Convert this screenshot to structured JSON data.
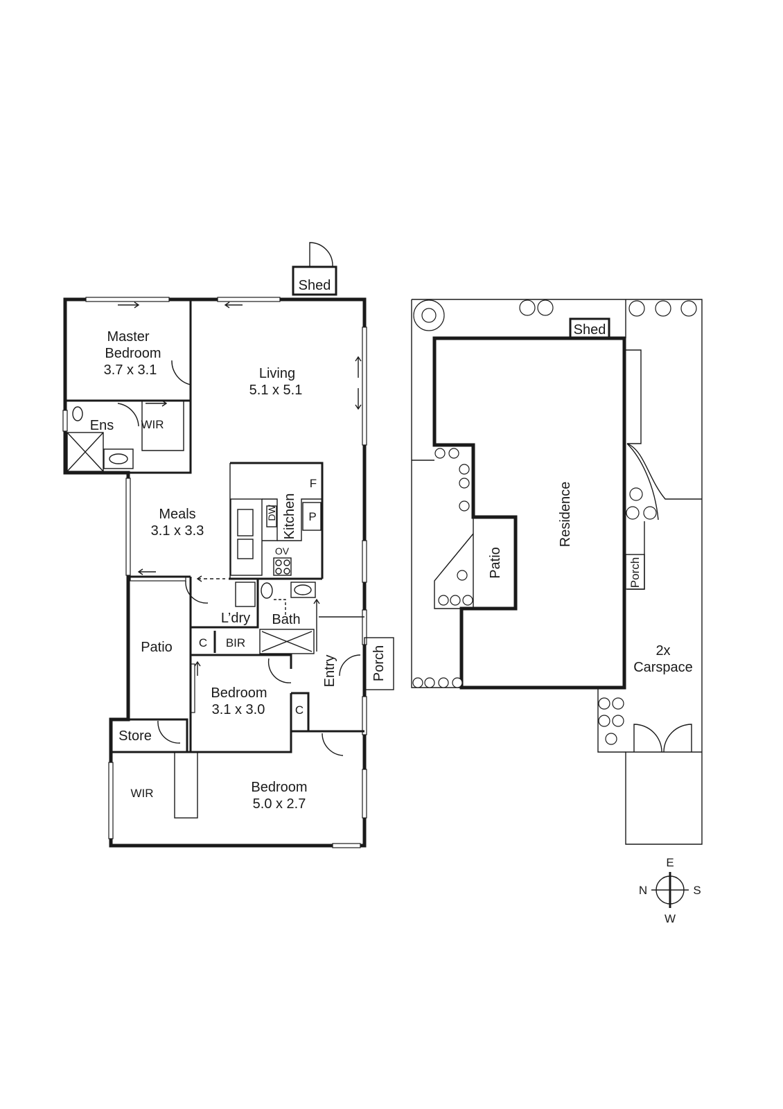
{
  "floor_plan": {
    "rooms": {
      "shed": {
        "name": "Shed"
      },
      "master_bedroom": {
        "name_line1": "Master",
        "name_line2": "Bedroom",
        "size": "3.7 x 3.1"
      },
      "living": {
        "name": "Living",
        "size": "5.1 x 5.1"
      },
      "ens": {
        "name": "Ens"
      },
      "wir_master": {
        "name": "WIR"
      },
      "meals": {
        "name": "Meals",
        "size": "3.1 x 3.3"
      },
      "kitchen": {
        "name": "Kitchen"
      },
      "fridge": {
        "name": "F"
      },
      "pantry": {
        "name": "P"
      },
      "dishwasher": {
        "name": "DW"
      },
      "oven": {
        "name": "OV"
      },
      "laundry": {
        "name": "L’dry"
      },
      "bath": {
        "name": "Bath"
      },
      "cupboard_1": {
        "name": "C"
      },
      "bir": {
        "name": "BIR"
      },
      "patio": {
        "name": "Patio"
      },
      "entry": {
        "name": "Entry"
      },
      "porch": {
        "name": "Porch"
      },
      "bedroom_2": {
        "name": "Bedroom",
        "size": "3.1 x 3.0"
      },
      "cupboard_2": {
        "name": "C"
      },
      "store": {
        "name": "Store"
      },
      "wir_bedroom": {
        "name": "WIR"
      },
      "bedroom_3": {
        "name": "Bedroom",
        "size": "5.0 x 2.7"
      }
    }
  },
  "site_plan": {
    "shed": "Shed",
    "residence": "Residence",
    "patio": "Patio",
    "porch": "Porch",
    "carspace_line1": "2x",
    "carspace_line2": "Carspace"
  },
  "compass": {
    "e": "E",
    "n": "N",
    "s": "S",
    "w": "W"
  }
}
